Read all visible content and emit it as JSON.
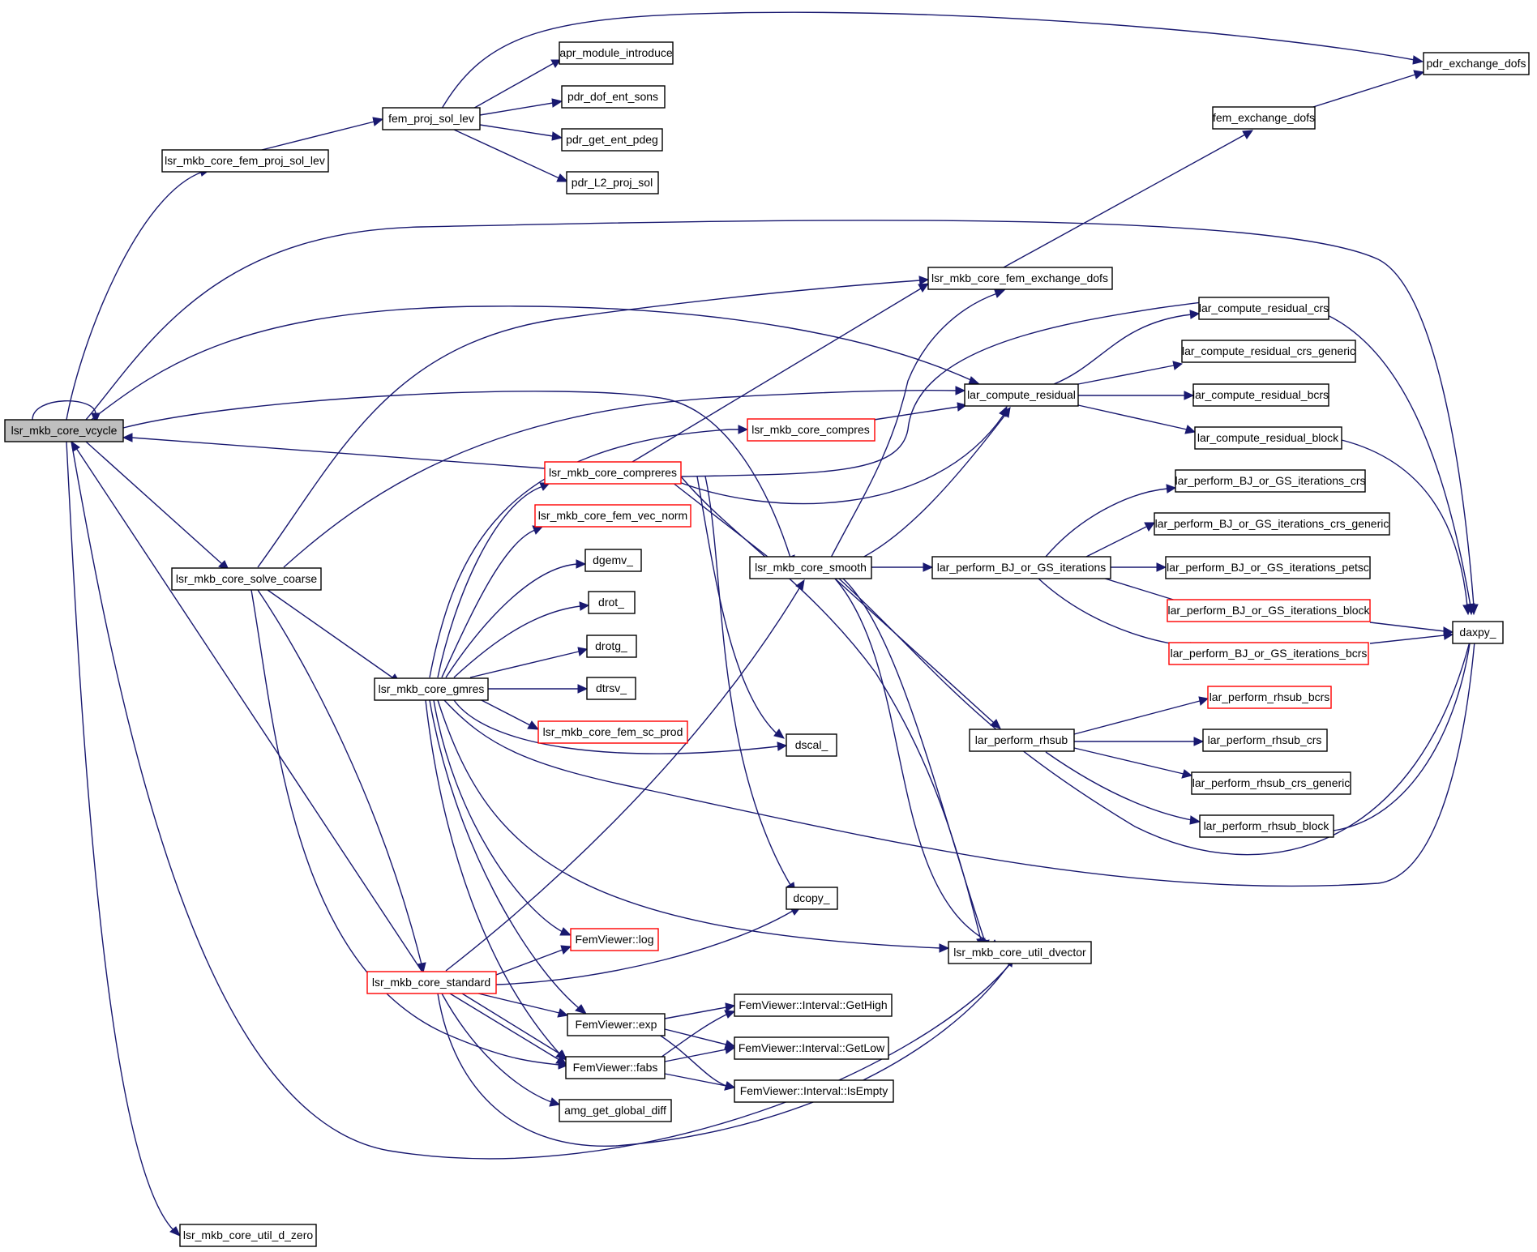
{
  "colors": {
    "edge": "#191970",
    "node_border": "#000000",
    "partial_border": "#ff0000",
    "focus_fill": "#bfbfbf"
  },
  "nodes": [
    {
      "id": "vcycle",
      "label": "lsr_mkb_core_vcycle",
      "style": "focus"
    },
    {
      "id": "projlev",
      "label": "lsr_mkb_core_fem_proj_sol_lev",
      "style": "normal"
    },
    {
      "id": "femproj",
      "label": "fem_proj_sol_lev",
      "style": "normal"
    },
    {
      "id": "aprmod",
      "label": "apr_module_introduce",
      "style": "normal"
    },
    {
      "id": "pdrsons",
      "label": "pdr_dof_ent_sons",
      "style": "normal"
    },
    {
      "id": "pdrpdeg",
      "label": "pdr_get_ent_pdeg",
      "style": "normal"
    },
    {
      "id": "pdrl2",
      "label": "pdr_L2_proj_sol",
      "style": "normal"
    },
    {
      "id": "pdrexch",
      "label": "pdr_exchange_dofs",
      "style": "normal"
    },
    {
      "id": "femexch",
      "label": "fem_exchange_dofs",
      "style": "normal"
    },
    {
      "id": "lsrexch",
      "label": "lsr_mkb_core_fem_exchange_dofs",
      "style": "normal"
    },
    {
      "id": "resid",
      "label": "lar_compute_residual",
      "style": "normal"
    },
    {
      "id": "rescrs",
      "label": "lar_compute_residual_crs",
      "style": "normal"
    },
    {
      "id": "rescrsg",
      "label": "lar_compute_residual_crs_generic",
      "style": "normal"
    },
    {
      "id": "resbcrs",
      "label": "lar_compute_residual_bcrs",
      "style": "normal"
    },
    {
      "id": "resblock",
      "label": "lar_compute_residual_block",
      "style": "normal"
    },
    {
      "id": "compres",
      "label": "lsr_mkb_core_compres",
      "style": "partial"
    },
    {
      "id": "compreres",
      "label": "lsr_mkb_core_compreres",
      "style": "partial"
    },
    {
      "id": "vecnorm",
      "label": "lsr_mkb_core_fem_vec_norm",
      "style": "partial"
    },
    {
      "id": "dgemv",
      "label": "dgemv_",
      "style": "normal"
    },
    {
      "id": "drot",
      "label": "drot_",
      "style": "normal"
    },
    {
      "id": "drotg",
      "label": "drotg_",
      "style": "normal"
    },
    {
      "id": "dtrsv",
      "label": "dtrsv_",
      "style": "normal"
    },
    {
      "id": "scprod",
      "label": "lsr_mkb_core_fem_sc_prod",
      "style": "partial"
    },
    {
      "id": "dscal",
      "label": "dscal_",
      "style": "normal"
    },
    {
      "id": "dcopy",
      "label": "dcopy_",
      "style": "normal"
    },
    {
      "id": "smooth",
      "label": "lsr_mkb_core_smooth",
      "style": "normal"
    },
    {
      "id": "bjgs",
      "label": "lar_perform_BJ_or_GS_iterations",
      "style": "normal"
    },
    {
      "id": "bjcrs",
      "label": "lar_perform_BJ_or_GS_iterations_crs",
      "style": "normal"
    },
    {
      "id": "bjcrsg",
      "label": "lar_perform_BJ_or_GS_iterations_crs_generic",
      "style": "normal"
    },
    {
      "id": "bjpetsc",
      "label": "lar_perform_BJ_or_GS_iterations_petsc",
      "style": "normal"
    },
    {
      "id": "bjblock",
      "label": "lar_perform_BJ_or_GS_iterations_block",
      "style": "partial"
    },
    {
      "id": "bjbcrs",
      "label": "lar_perform_BJ_or_GS_iterations_bcrs",
      "style": "partial"
    },
    {
      "id": "daxpy",
      "label": "daxpy_",
      "style": "normal"
    },
    {
      "id": "rhsub",
      "label": "lar_perform_rhsub",
      "style": "normal"
    },
    {
      "id": "rhbcrs",
      "label": "lar_perform_rhsub_bcrs",
      "style": "partial"
    },
    {
      "id": "rhcrs",
      "label": "lar_perform_rhsub_crs",
      "style": "normal"
    },
    {
      "id": "rhcrsg",
      "label": "lar_perform_rhsub_crs_generic",
      "style": "normal"
    },
    {
      "id": "rhblock",
      "label": "lar_perform_rhsub_block",
      "style": "normal"
    },
    {
      "id": "solvecoarse",
      "label": "lsr_mkb_core_solve_coarse",
      "style": "normal"
    },
    {
      "id": "gmres",
      "label": "lsr_mkb_core_gmres",
      "style": "normal"
    },
    {
      "id": "standard",
      "label": "lsr_mkb_core_standard",
      "style": "partial"
    },
    {
      "id": "dvector",
      "label": "lsr_mkb_core_util_dvector",
      "style": "normal"
    },
    {
      "id": "log",
      "label": "FemViewer::log",
      "style": "partial"
    },
    {
      "id": "exp",
      "label": "FemViewer::exp",
      "style": "normal"
    },
    {
      "id": "fabs",
      "label": "FemViewer::fabs",
      "style": "normal"
    },
    {
      "id": "amg",
      "label": "amg_get_global_diff",
      "style": "normal"
    },
    {
      "id": "gethigh",
      "label": "FemViewer::Interval::GetHigh",
      "style": "normal"
    },
    {
      "id": "getlow",
      "label": "FemViewer::Interval::GetLow",
      "style": "normal"
    },
    {
      "id": "isempty",
      "label": "FemViewer::Interval::IsEmpty",
      "style": "normal"
    },
    {
      "id": "dzero",
      "label": "lsr_mkb_core_util_d_zero",
      "style": "normal"
    }
  ]
}
